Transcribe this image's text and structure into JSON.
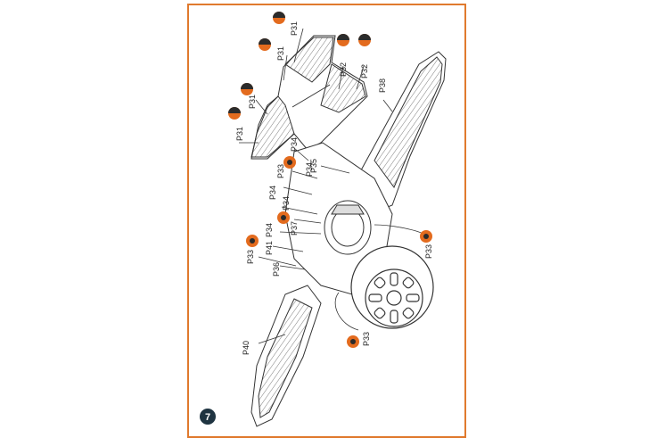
{
  "step_number": "7",
  "colors": {
    "frame": "#e07a2e",
    "callout_orange": "#e36b1e",
    "callout_dark": "#2b2b2b",
    "badge": "#1f3441",
    "line": "#333333"
  },
  "part_labels": {
    "p31_a": "P31",
    "p31_b": "P31",
    "p31_c": "P31",
    "p31_d": "P31",
    "p32_a": "P32",
    "p32_b": "P32",
    "p38": "P38",
    "p34_a": "P34",
    "p34_b": "P34",
    "p34_c": "P34",
    "p34_d": "P34",
    "p35": "P35",
    "p33_a": "P33",
    "p33_b": "P33",
    "p33_c": "P33",
    "p33_d": "P33",
    "p37": "P37",
    "p41": "P41",
    "p36": "P36",
    "p40": "P40"
  },
  "icons": [
    "paint-callout-icon",
    "glue-callout-icon",
    "step-badge-icon"
  ]
}
